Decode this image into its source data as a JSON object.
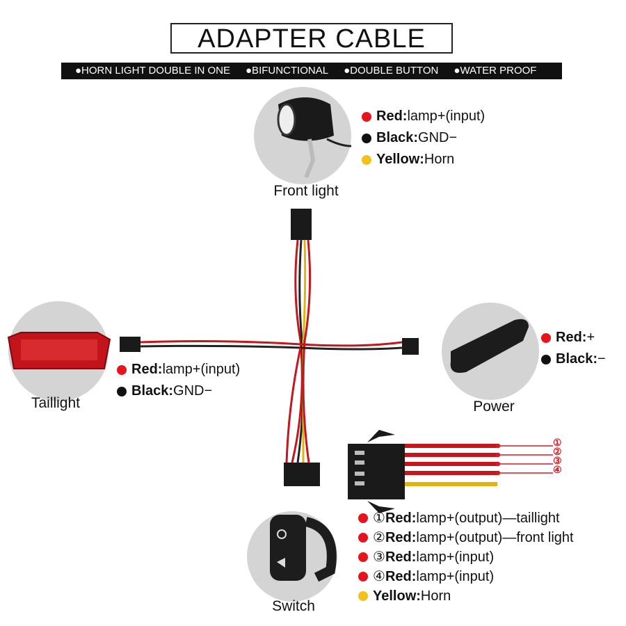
{
  "title": "ADAPTER  CABLE",
  "features": [
    "●HORN LIGHT DOUBLE IN ONE",
    "●BIFUNCTIONAL",
    "●DOUBLE BUTTON",
    "●WATER PROOF"
  ],
  "colors": {
    "red": "#e8141c",
    "black": "#111111",
    "yellow": "#f2c21b"
  },
  "front_light": {
    "caption": "Front light",
    "legend": [
      {
        "color": "red",
        "name": "Red:",
        "desc": "lamp+(input)"
      },
      {
        "color": "black",
        "name": "Black:",
        "desc": "GND−"
      },
      {
        "color": "yellow",
        "name": "Yellow:",
        "desc": "Horn"
      }
    ]
  },
  "taillight": {
    "caption": "Taillight",
    "legend": [
      {
        "color": "red",
        "name": "Red:",
        "desc": "lamp+(input)"
      },
      {
        "color": "black",
        "name": "Black:",
        "desc": "GND−"
      }
    ]
  },
  "power": {
    "caption": "Power",
    "legend": [
      {
        "color": "red",
        "name": "Red:",
        "desc": "+"
      },
      {
        "color": "black",
        "name": "Black:",
        "desc": "−"
      }
    ]
  },
  "switch": {
    "caption": "Switch",
    "legend": [
      {
        "color": "red",
        "num": "①",
        "name": "Red:",
        "desc": "lamp+(output)—taillight"
      },
      {
        "color": "red",
        "num": "②",
        "name": "Red:",
        "desc": "lamp+(output)—front light"
      },
      {
        "color": "red",
        "num": "③",
        "name": "Red:",
        "desc": "lamp+(input)"
      },
      {
        "color": "red",
        "num": "④",
        "name": "Red:",
        "desc": "lamp+(input)"
      },
      {
        "color": "yellow",
        "num": "",
        "name": "Yellow:",
        "desc": "Horn"
      }
    ]
  },
  "pin_labels": [
    "①",
    "②",
    "③",
    "④"
  ]
}
